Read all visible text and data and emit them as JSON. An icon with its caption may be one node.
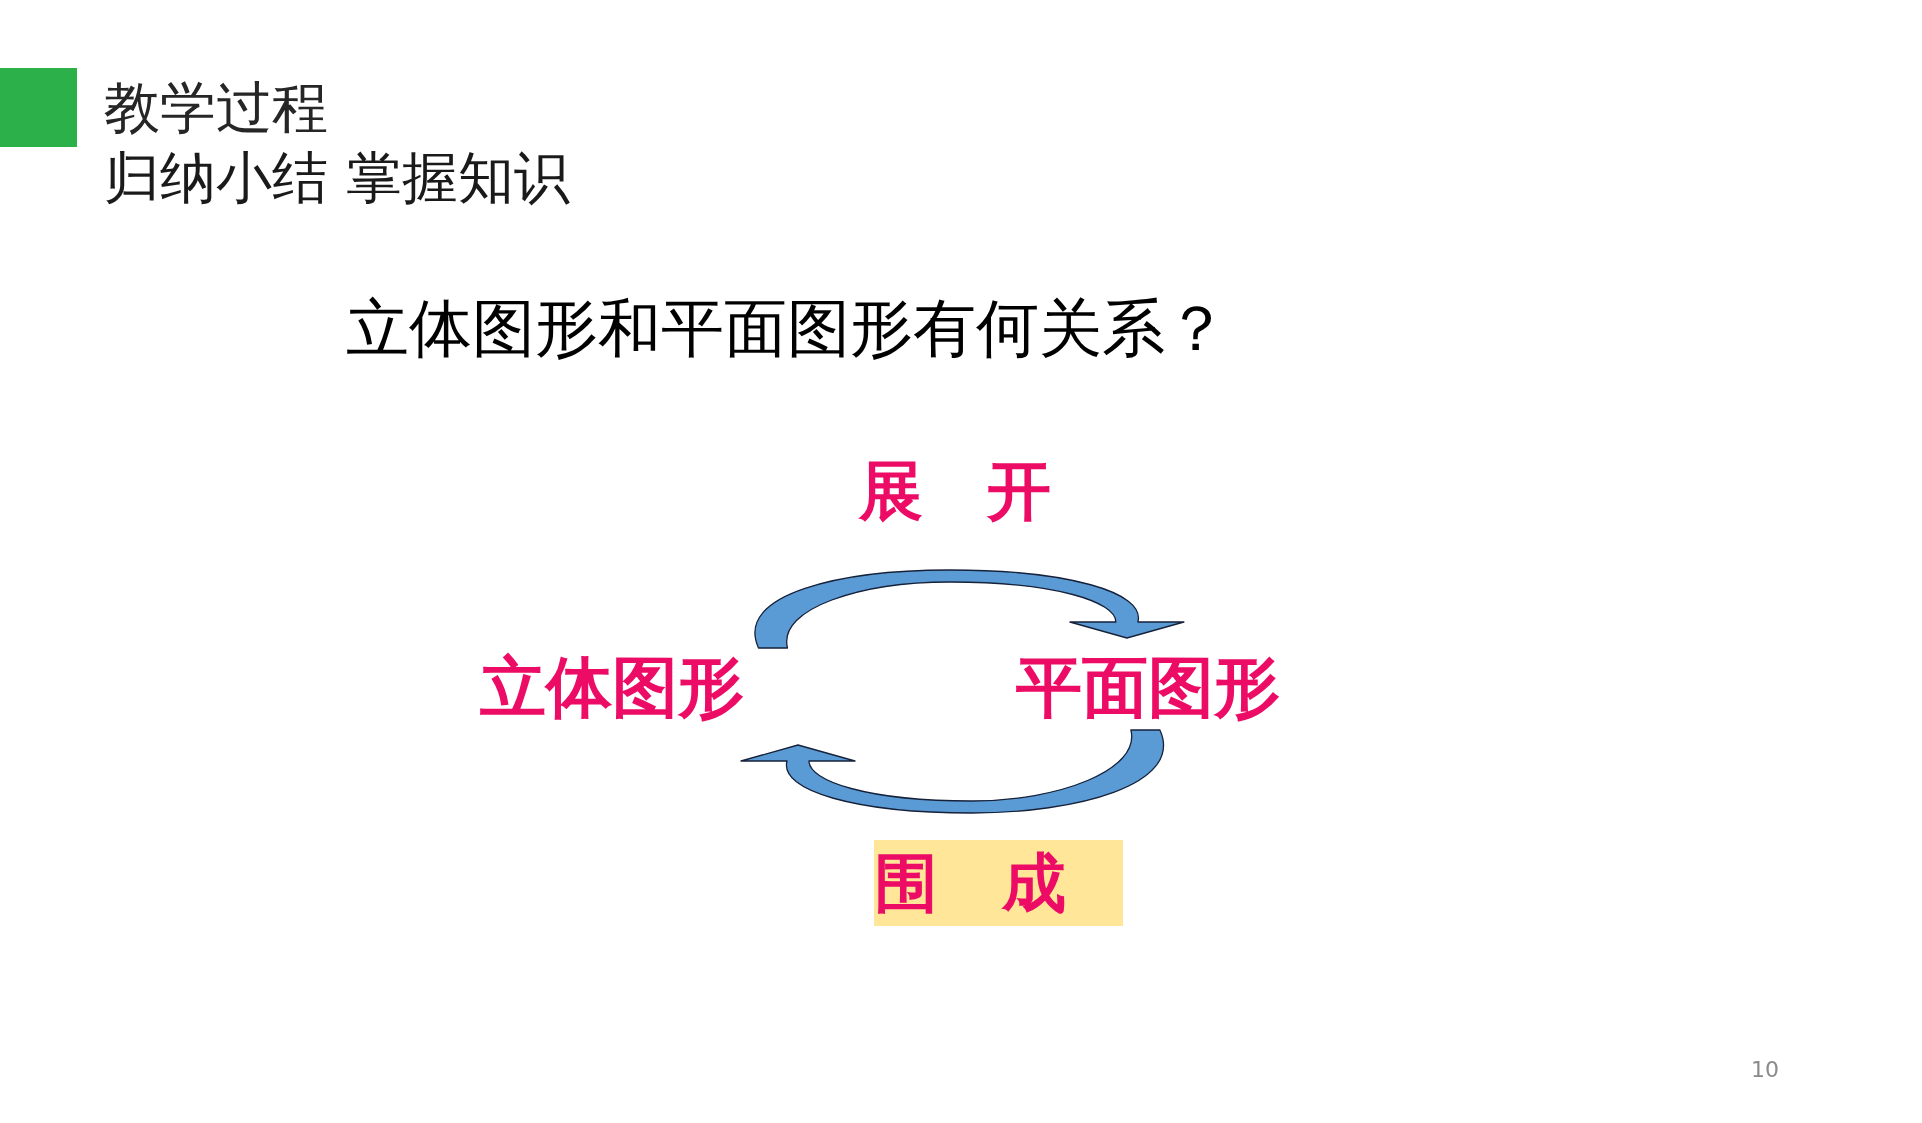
{
  "diagram": {
    "title": "教学过程",
    "nodes": [
      {
        "text": [
          "立体图形"
        ]
      },
      {
        "text": [
          "平面图形"
        ]
      }
    ],
    "edges": [
      {
        "from": 0,
        "to": 1,
        "arrow": "to",
        "label": "展　开"
      },
      {
        "from": 1,
        "to": 0,
        "arrow": "to",
        "label": "围　成"
      }
    ],
    "labels": [
      "归纳小结 掌握知识",
      "立体图形和平面图形有何关系？",
      "10"
    ]
  }
}
